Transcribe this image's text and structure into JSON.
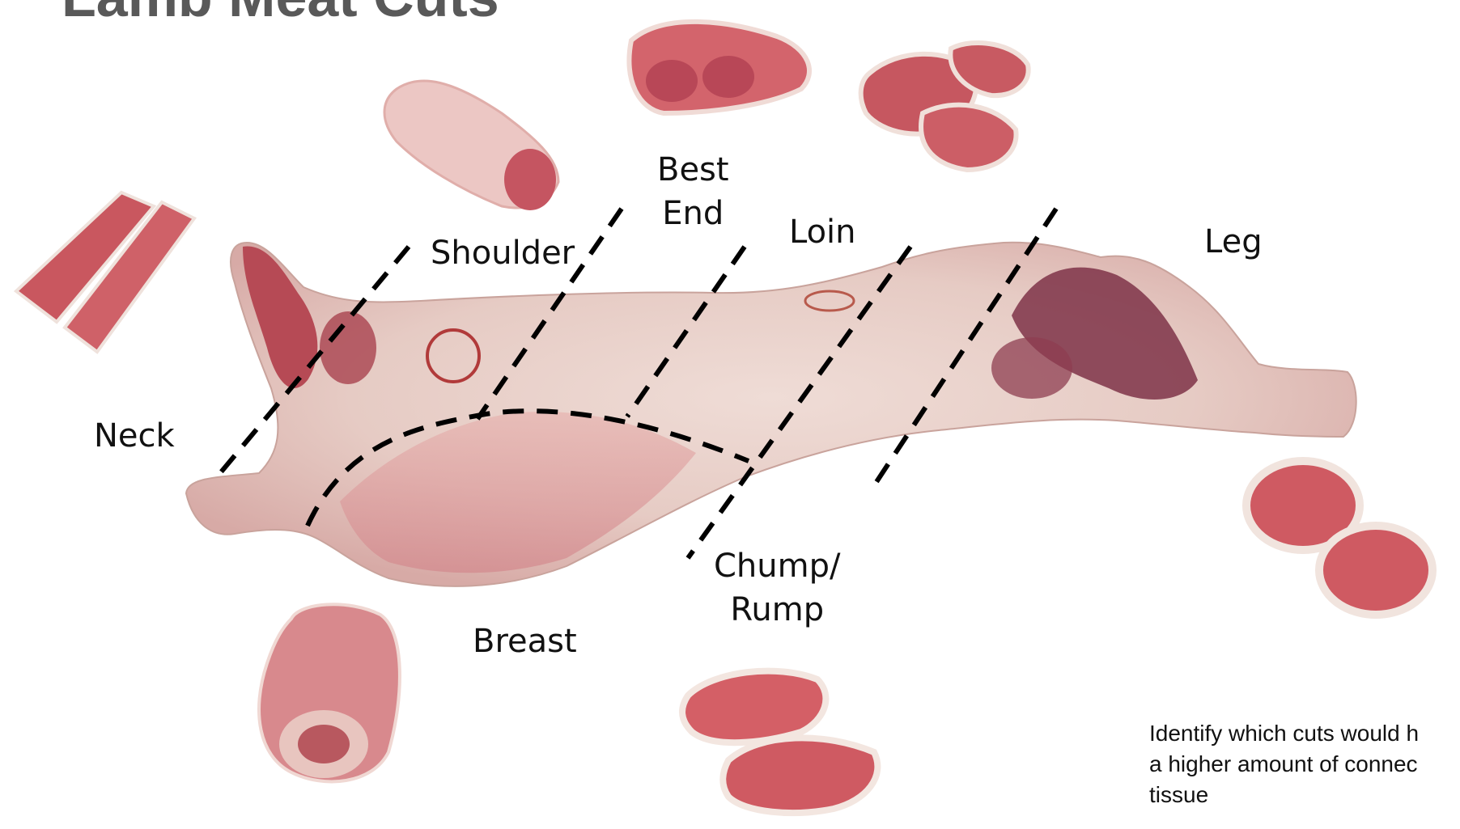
{
  "title": "Lamb Meat Cuts",
  "cuts": {
    "neck": "Neck",
    "shoulder": "Shoulder",
    "best_end": "Best\nEnd",
    "loin": "Loin",
    "leg": "Leg",
    "chump_rump": "Chump/\nRump",
    "breast": "Breast"
  },
  "note": {
    "line1": "Identify which cuts would h",
    "line2": "a higher amount of connec",
    "line3": "tissue"
  },
  "colors": {
    "meat": "#c9575f",
    "fat": "#efe2dc",
    "dark_meat": "#7a2c3c",
    "carcass": "#e3c9c2",
    "cut_line": "#000000"
  }
}
